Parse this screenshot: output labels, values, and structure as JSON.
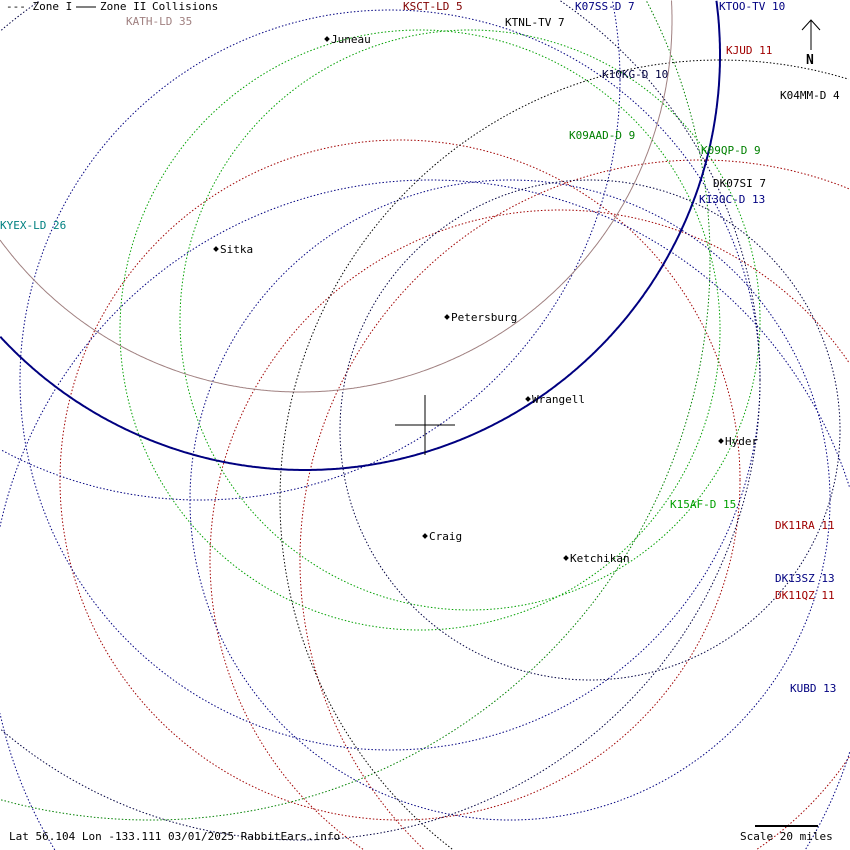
{
  "legend": {
    "zone1": "--- Zone I",
    "zone2": "Zone II",
    "collisions": "Collisions"
  },
  "stations": [
    {
      "name": "KATH-LD 35",
      "color": "#a08080"
    },
    {
      "name": "KSCT-LD 5",
      "color": "#800000"
    },
    {
      "name": "KTNL-TV 7",
      "color": "#000000"
    },
    {
      "name": "K07SS-D 7",
      "color": "#000080"
    },
    {
      "name": "KTOO-TV 10",
      "color": "#000080"
    },
    {
      "name": "KJUD 11",
      "color": "#a00000"
    },
    {
      "name": "K10KG-D 10",
      "color": "#000040"
    },
    {
      "name": "K04MM-D 4",
      "color": "#000000"
    },
    {
      "name": "K09AAD-D 9",
      "color": "#008000"
    },
    {
      "name": "K09QP-D 9",
      "color": "#008000"
    },
    {
      "name": "DK07SI 7",
      "color": "#000000"
    },
    {
      "name": "K13OC-D 13",
      "color": "#000080"
    },
    {
      "name": "KYEX-LD 26",
      "color": "#008080"
    },
    {
      "name": "K15AF-D 15",
      "color": "#00a000"
    },
    {
      "name": "DK11RA 11",
      "color": "#a00000"
    },
    {
      "name": "DK13SZ 13",
      "color": "#000080"
    },
    {
      "name": "DK11QZ 11",
      "color": "#a00000"
    },
    {
      "name": "KUBD 13",
      "color": "#000080"
    }
  ],
  "cities": [
    "Juneau",
    "Sitka",
    "Petersburg",
    "Wrangell",
    "Hyder",
    "Craig",
    "Ketchikan"
  ],
  "north_label": "N",
  "footer": {
    "coords": "Lat 56.104 Lon -133.111 03/01/2025 RabbitEars.info",
    "scale": "Scale 20 miles"
  }
}
